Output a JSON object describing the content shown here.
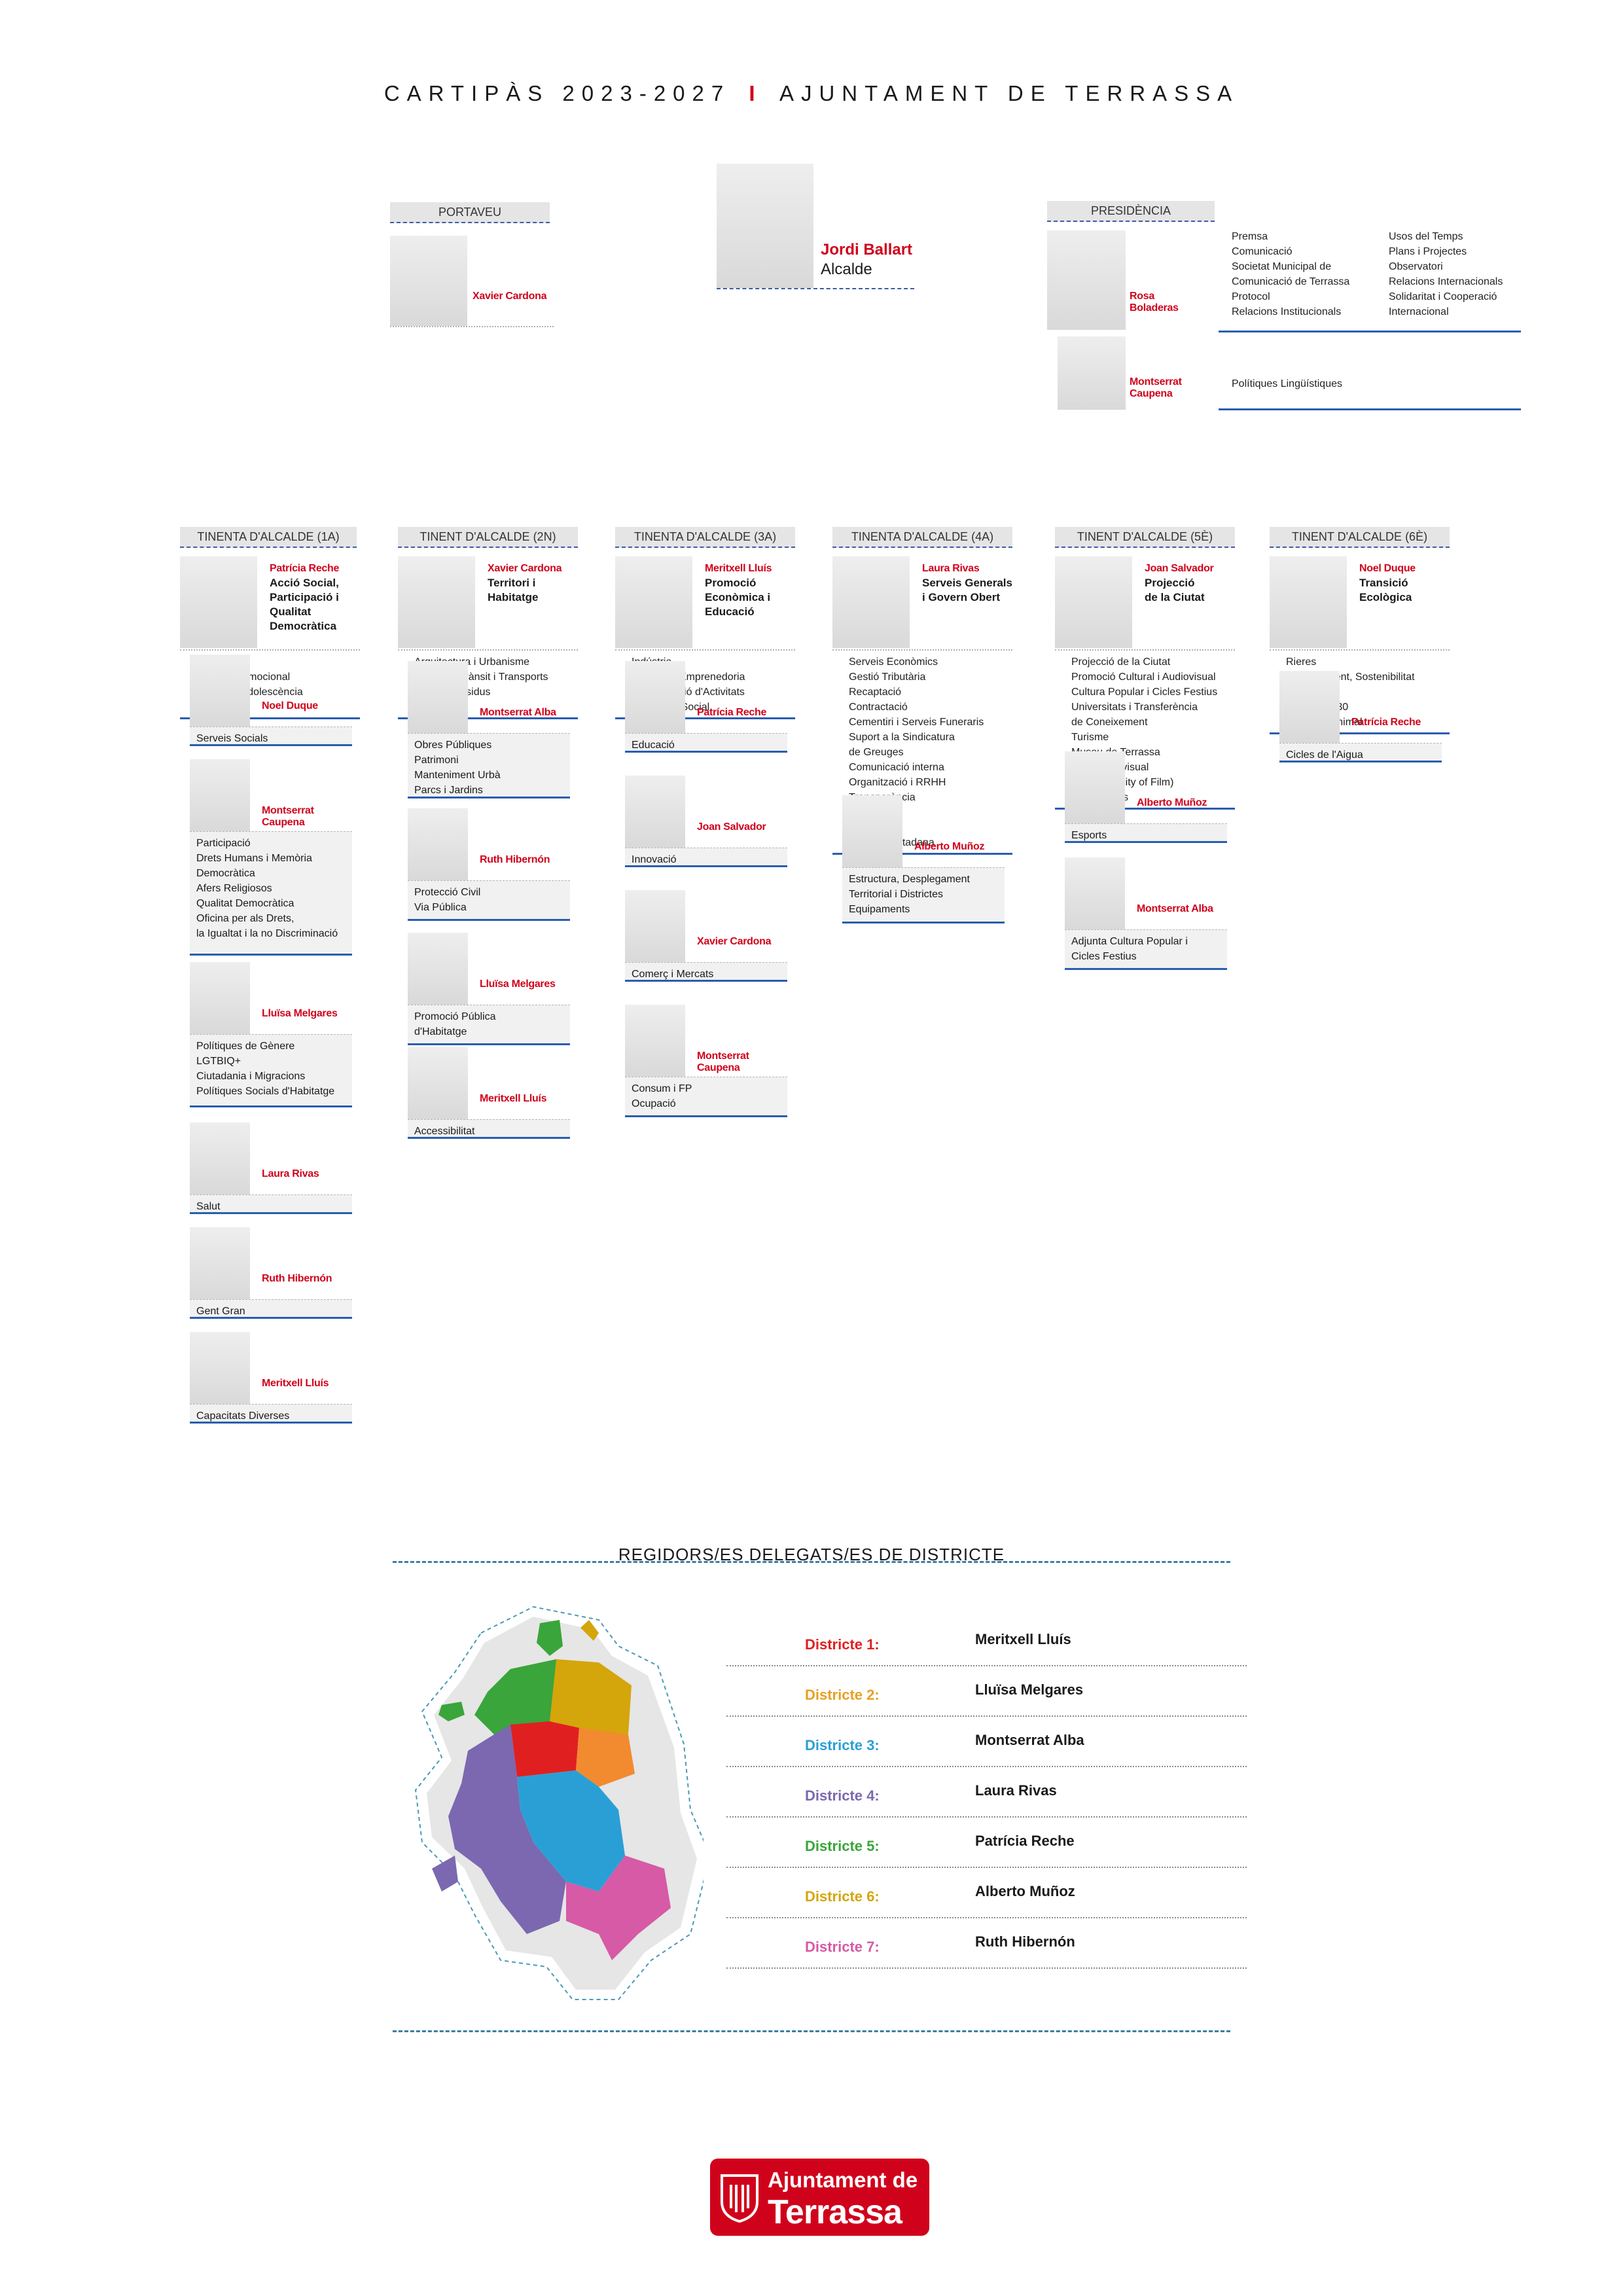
{
  "header": {
    "title_left": "CARTIPÀS 2023-2027",
    "separator": "I",
    "title_right": "AJUNTAMENT DE TERRASSA"
  },
  "mayor": {
    "name": "Jordi Ballart",
    "role": "Alcalde"
  },
  "portaveu": {
    "label": "PORTAVEU",
    "name": "Xavier Cardona"
  },
  "presidencia": {
    "label": "PRESIDÈNCIA",
    "rosa": {
      "name": "Rosa\nBoladeras",
      "col1": "Premsa\nComunicació\nSocietat Municipal de\n  Comunicació de Terrassa\nProtocol\nRelacions Institucionals",
      "col2": "Usos del Temps\nPlans i Projectes\nObservatori\nRelacions Internacionals\nSolidaritat i Cooperació\n  Internacional"
    },
    "montserrat": {
      "name": "Montserrat\nCaupena",
      "desc": "Polítiques Lingüístiques"
    }
  },
  "columns": [
    {
      "label": "TINENTA D'ALCALDE (1A)",
      "head": {
        "name": "Patrícia Reche",
        "title": "Acció Social,\nParticipació i\nQualitat\nDemocràtica",
        "desc": "Famílies\nBenestar Emocional\nInfància i Adolescència\nJoventut"
      },
      "members": [
        {
          "name": "Noel Duque",
          "desc": "Serveis Socials"
        },
        {
          "name": "Montserrat\nCaupena",
          "desc": "Participació\nDrets Humans i Memòria\n  Democràtica\nAfers Religiosos\nQualitat Democràtica\nOficina per als Drets,\n  la Igualtat i la no Discriminació"
        },
        {
          "name": "Lluïsa Melgares",
          "desc": "Polítiques de Gènere\nLGTBIQ+\nCiutadania i Migracions\nPolítiques Socials d'Habitatge"
        },
        {
          "name": "Laura Rivas",
          "desc": "Salut"
        },
        {
          "name": "Ruth Hibernón",
          "desc": "Gent Gran"
        },
        {
          "name": "Meritxell Lluís",
          "desc": "Capacitats Diverses"
        }
      ]
    },
    {
      "label": "TINENT D'ALCALDE (2N)",
      "head": {
        "name": "Xavier Cardona",
        "title": "Territori i\nHabitatge",
        "desc": "Arquitectura i Urbanisme\nMobilitat, Trànsit i Transports\nNeteja i Residus\nSeguretat"
      },
      "members": [
        {
          "name": "Montserrat Alba",
          "desc": "Obres Públiques\nPatrimoni\nManteniment Urbà\nParcs i Jardins"
        },
        {
          "name": "Ruth Hibernón",
          "desc": "Protecció Civil\nVia Pública"
        },
        {
          "name": "Lluïsa Melgares",
          "desc": "Promoció Pública\n  d'Habitatge"
        },
        {
          "name": "Meritxell Lluís",
          "desc": "Accessibilitat"
        }
      ]
    },
    {
      "label": "TINENTA D'ALCALDE (3A)",
      "head": {
        "name": "Meritxell Lluís",
        "title": "Promoció\nEconòmica i\nEducació",
        "desc": "Indústria\nEmpresa, Emprenedoria\n  i Legalització d'Activitats\nEconomia Social"
      },
      "members": [
        {
          "name": "Patrícia Reche",
          "desc": "Educació"
        },
        {
          "name": "Joan Salvador",
          "desc": "Innovació"
        },
        {
          "name": "Xavier Cardona",
          "desc": "Comerç i Mercats"
        },
        {
          "name": "Montserrat\nCaupena",
          "desc": "Consum i FP\nOcupació"
        }
      ]
    },
    {
      "label": "TINENTA D'ALCALDE (4A)",
      "head": {
        "name": "Laura Rivas",
        "title": "Serveis Generals\ni Govern Obert",
        "desc": "Serveis Econòmics\nGestió Tributària\nRecaptació\nContractació\nCementiri i Serveis Funeraris\nSuport a la Sindicatura\n  de Greuges\nComunicació interna\nOrganització i RRHH\nTransparència\nTecnologia\nPoblació\nAtenció Ciutadana"
      },
      "members": [
        {
          "name": "Alberto Muñoz",
          "desc": "Estructura, Desplegament\n  Territorial i Districtes\nEquipaments"
        }
      ]
    },
    {
      "label": "TINENT D'ALCALDE (5È)",
      "head": {
        "name": "Joan Salvador",
        "title": "Projecció\nde la Ciutat",
        "desc": "Projecció de la Ciutat\nPromoció Cultural i Audiovisual\nCultura Popular i Cicles Festius\nUniversitats i Transferència\n  de Coneixement\nTurisme\nMuseu de Terrassa\nParc Audiovisual\n  (Terrassa City of Film)\nBiblioteques"
      },
      "members": [
        {
          "name": "Alberto Muñoz",
          "desc": "Esports"
        },
        {
          "name": "Montserrat Alba",
          "desc": "Adjunta Cultura Popular i\n  Cicles Festius"
        }
      ]
    },
    {
      "label": "TINENT D'ALCALDE (6È)",
      "head": {
        "name": "Noel Duque",
        "title": "Transició\nEcològica",
        "desc": "Rieres\nMedi Ambient, Sostenibilitat\n  i Energia\nAgenda 2030\nBenestar Animal"
      },
      "members": [
        {
          "name": "Patrícia Reche",
          "desc": "Cicles de l'Aigua"
        }
      ]
    }
  ],
  "districts": {
    "title": "REGIDORS/ES DELEGATS/ES DE DISTRICTE",
    "items": [
      {
        "label": "Districte 1:",
        "name": "Meritxell Lluís",
        "color": "#e02020"
      },
      {
        "label": "Districte 2:",
        "name": "Lluïsa Melgares",
        "color": "#e8a020"
      },
      {
        "label": "Districte 3:",
        "name": "Montserrat Alba",
        "color": "#2a9fd6"
      },
      {
        "label": "Districte 4:",
        "name": "Laura Rivas",
        "color": "#7b68b0"
      },
      {
        "label": "Districte 5:",
        "name": "Patrícia Reche",
        "color": "#3aa53a"
      },
      {
        "label": "Districte 6:",
        "name": "Alberto Muñoz",
        "color": "#d4a60c"
      },
      {
        "label": "Districte 7:",
        "name": "Ruth Hibernón",
        "color": "#d65aa6"
      }
    ]
  },
  "logo": {
    "line1": "Ajuntament de",
    "line2": "Terrassa"
  },
  "colors": {
    "accent_red": "#d0021b",
    "rule_blue": "#2a5db0"
  }
}
